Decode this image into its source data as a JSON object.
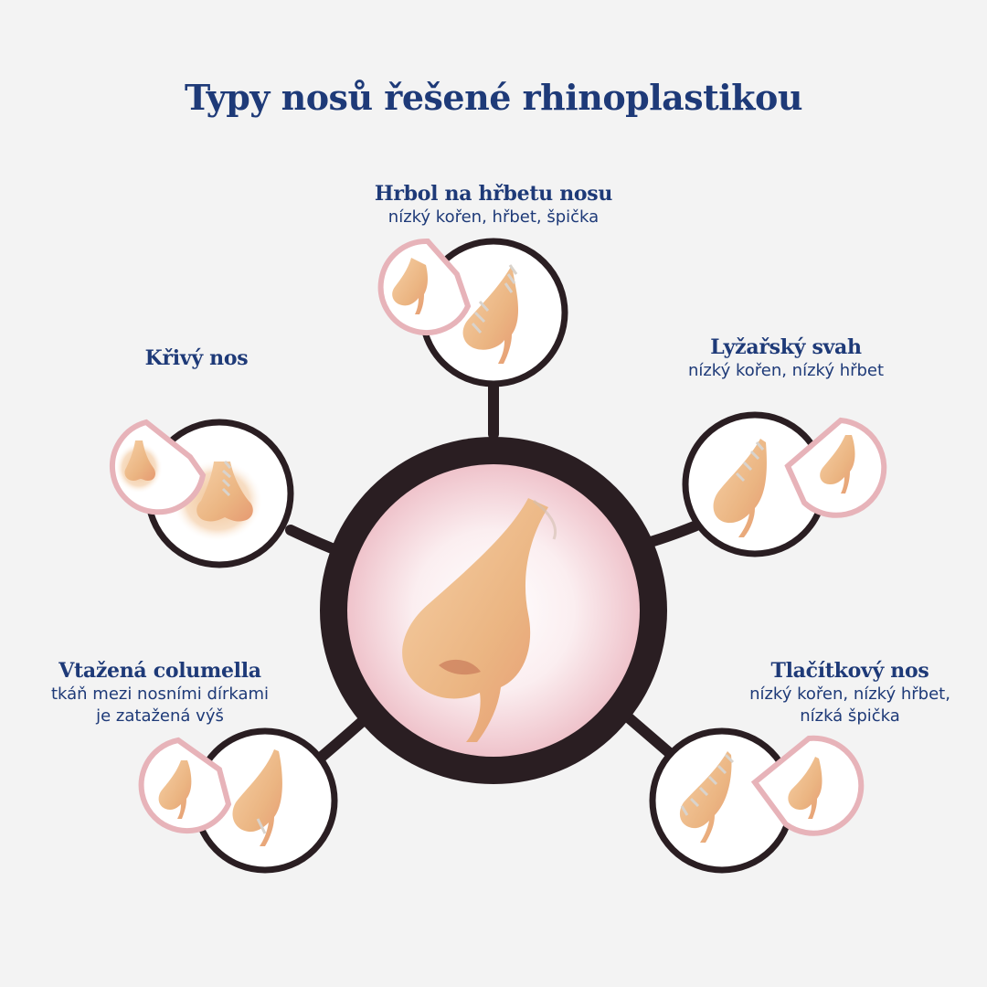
{
  "title": "Typy nosů řešené rhinoplastikou",
  "colors": {
    "accent": "#1e3a78",
    "ring": "#2a1e22",
    "pink": "#e9b9bd",
    "skin": "#eab88a"
  },
  "types": [
    {
      "name": "Hrbol na hřbetu nosu",
      "desc": [
        "nízký kořen, hřbet, špička"
      ]
    },
    {
      "name": "Lyžařský svah",
      "desc": [
        "nízký kořen, nízký hřbet"
      ]
    },
    {
      "name": "Tlačítkový nos",
      "desc": [
        "nízký kořen, nízký hřbet,",
        "nízká špička"
      ]
    },
    {
      "name": "Vtažená columella",
      "desc": [
        "tkáň mezi nosními dírkami",
        "je zatažená výš"
      ]
    },
    {
      "name": "Křivý nos",
      "desc": []
    }
  ]
}
